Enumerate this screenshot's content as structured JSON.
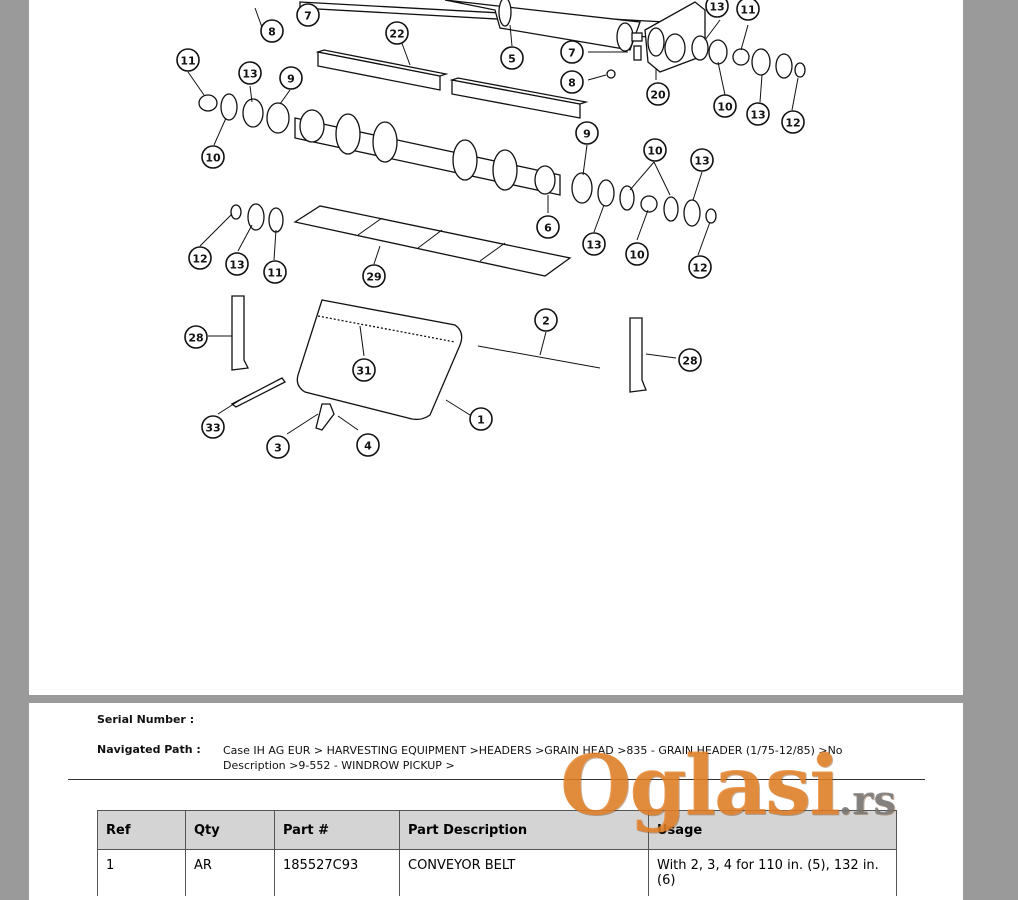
{
  "callouts": [
    "7",
    "8",
    "22",
    "5",
    "7",
    "8",
    "13",
    "11",
    "20",
    "10",
    "13",
    "12",
    "11",
    "13",
    "9",
    "10",
    "9",
    "10",
    "13",
    "6",
    "12",
    "13",
    "10",
    "29",
    "13",
    "11",
    "12",
    "28",
    "2",
    "31",
    "28",
    "1",
    "33",
    "3",
    "4"
  ],
  "serial_label": "Serial Number :",
  "serial_value": "",
  "path_label": "Navigated Path :",
  "path_value": "Case IH AG EUR > HARVESTING EQUIPMENT >HEADERS >GRAIN HEAD >835 - GRAIN HEADER (1/75-12/85) >No Description >9-552 - WINDROW PICKUP >",
  "table": {
    "headers": [
      "Ref",
      "Qty",
      "Part #",
      "Part Description",
      "Usage"
    ],
    "rows": [
      [
        "1",
        "AR",
        "185527C93",
        "CONVEYOR BELT",
        "With 2, 3, 4 for 110 in. (5), 132 in. (6)"
      ]
    ]
  },
  "watermark": {
    "main": "Oglasi",
    "suffix": ".rs",
    "color": "#e6822a"
  }
}
